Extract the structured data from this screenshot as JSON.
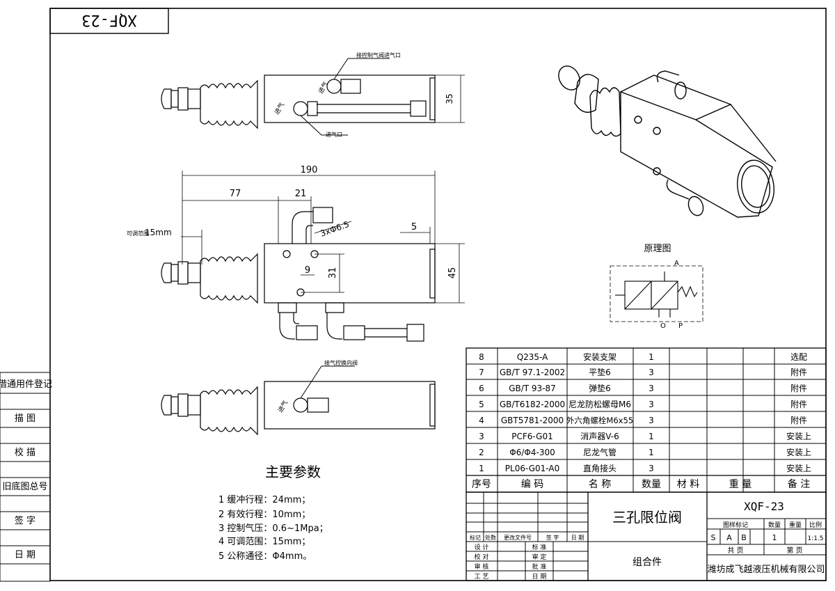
{
  "drawing_number": "XQF-23",
  "flipped_number": "XQF-23",
  "callouts": {
    "control_port": "接控制气阀进气口",
    "air_inlet": "进气口",
    "signal_valve": "接气控换向阀",
    "valve_mark": "进气"
  },
  "dimensions": {
    "top_height": "35",
    "overall_length": "190",
    "d77": "77",
    "d21": "21",
    "holes": "3xΦ6.5",
    "adjust_label": "可调范围",
    "adjust_value": "15mm",
    "d5": "5",
    "d9": "9",
    "d31": "31",
    "d45": "45"
  },
  "schematic": {
    "title": "原理图",
    "port_a": "A",
    "port_o": "O",
    "port_p": "P"
  },
  "left_strip": [
    "借通用件登记",
    "描 图",
    "校 描",
    "旧底图总号",
    "签 字",
    "日 期"
  ],
  "bom": {
    "rows": [
      {
        "no": "8",
        "code": "Q235-A",
        "name": "安装支架",
        "qty": "1",
        "material": "",
        "weight": "",
        "note": "选配"
      },
      {
        "no": "7",
        "code": "GB/T 97.1-2002",
        "name": "平垫6",
        "qty": "3",
        "material": "",
        "weight": "",
        "note": "附件"
      },
      {
        "no": "6",
        "code": "GB/T 93-87",
        "name": "弹垫6",
        "qty": "3",
        "material": "",
        "weight": "",
        "note": "附件"
      },
      {
        "no": "5",
        "code": "GB/T6182-2000",
        "name": "尼龙防松螺母M6",
        "qty": "3",
        "material": "",
        "weight": "",
        "note": "附件"
      },
      {
        "no": "4",
        "code": "GBT5781-2000",
        "name": "外六角螺栓M6x55",
        "qty": "3",
        "material": "",
        "weight": "",
        "note": "附件"
      },
      {
        "no": "3",
        "code": "PCF6-G01",
        "name": "消声器V-6",
        "qty": "1",
        "material": "",
        "weight": "",
        "note": "安装上"
      },
      {
        "no": "2",
        "code": "Φ6/Φ4-300",
        "name": "尼龙气管",
        "qty": "1",
        "material": "",
        "weight": "",
        "note": "安装上"
      },
      {
        "no": "1",
        "code": "PL06-G01-A0",
        "name": "直角接头",
        "qty": "3",
        "material": "",
        "weight": "",
        "note": "安装上"
      }
    ],
    "header": {
      "no": "序号",
      "code": "编 码",
      "name": "名 称",
      "qty": "数量",
      "material": "材 料",
      "weight": "重 量",
      "note": "备 注"
    }
  },
  "params": {
    "title": "主要参数",
    "items": [
      "1 缓冲行程：24mm；",
      "2 有效行程：10mm；",
      "3 控制气压：0.6~1Mpa；",
      "4 可调范围：15mm；",
      "5 公称通径：Φ4mm。"
    ]
  },
  "title_block": {
    "product_name": "三孔限位阀",
    "assembly": "组合件",
    "drawing_no": "XQF-23",
    "company": "潍坊成飞越液压机械有限公司",
    "stage_label": "图样标记",
    "qty_label": "数量",
    "weight_label": "重量",
    "scale_label": "比例",
    "stage_marks": [
      "S",
      "A",
      "B"
    ],
    "qty": "1",
    "scale": "1:1.5",
    "sheets_total": "共 页",
    "sheet_no": "第 页",
    "rev_header": [
      "标记",
      "处数",
      "更改文件号",
      "签 字",
      "日 期"
    ],
    "roles_left": [
      "设 计",
      "校 对",
      "审 核",
      "工 艺"
    ],
    "roles_right": [
      "标 准",
      "审 定",
      "批 准",
      "日 期"
    ]
  }
}
